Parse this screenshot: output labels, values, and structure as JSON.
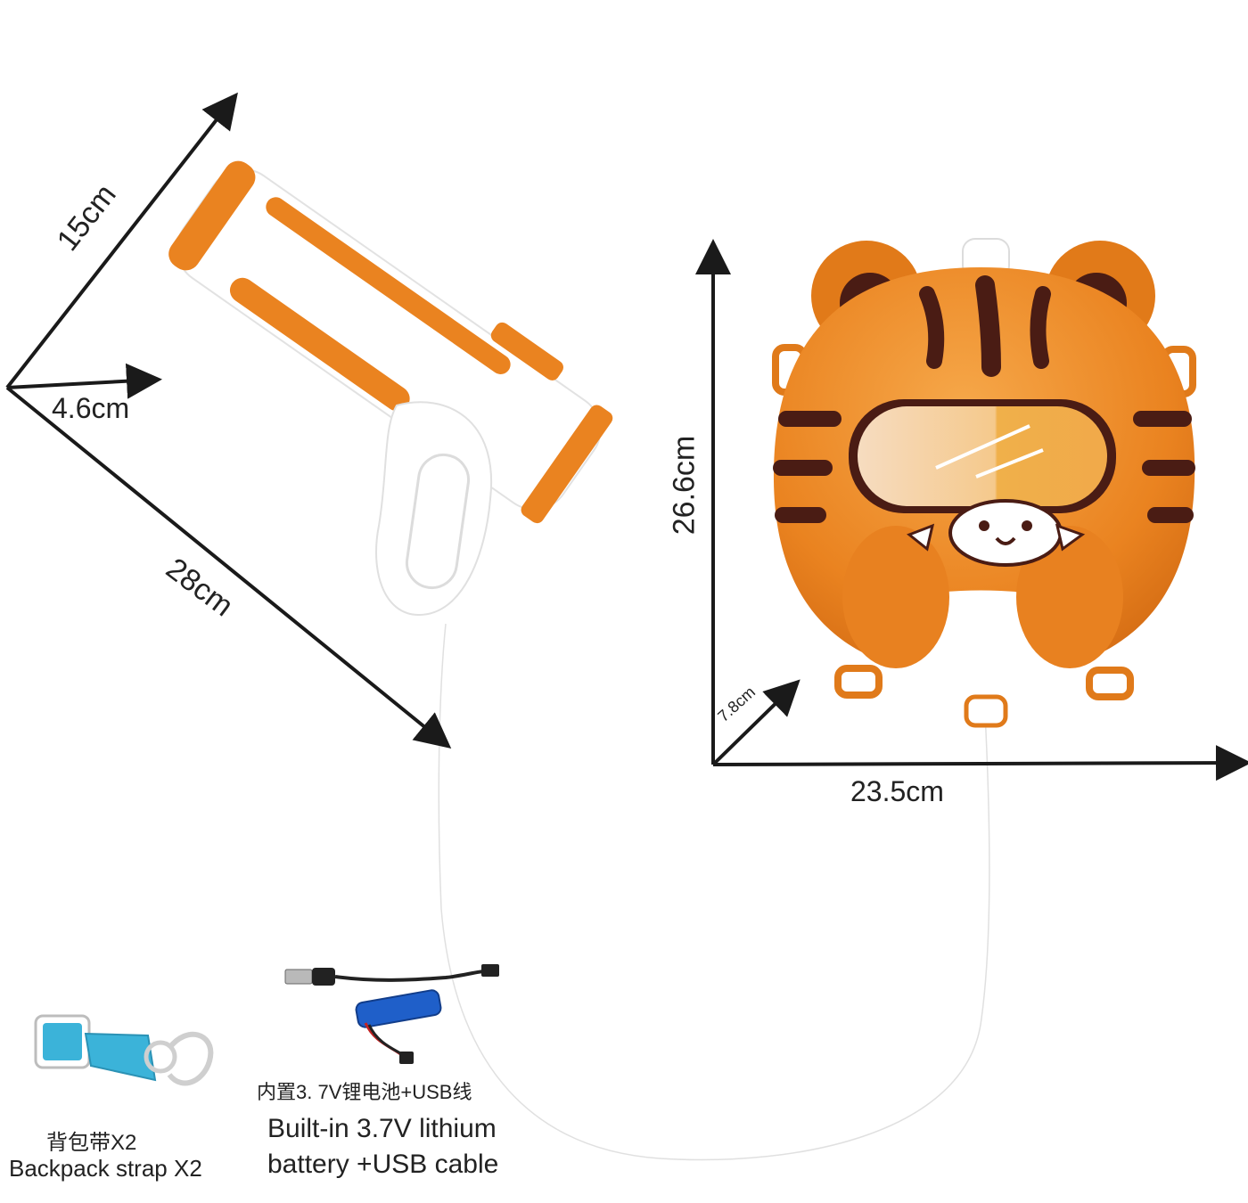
{
  "dimensions": {
    "gun_height": "15cm",
    "gun_width": "4.6cm",
    "gun_length": "28cm",
    "tank_height": "26.6cm",
    "tank_depth": "7.8cm",
    "tank_width": "23.5cm"
  },
  "accessories": {
    "strap_cn": "背包带X2",
    "strap_en": "Backpack strap X2",
    "battery_cn": "内置3. 7V锂电池+USB线",
    "battery_en_line1": "Built-in 3.7V lithium",
    "battery_en_line2": "battery +USB cable"
  },
  "colors": {
    "orange": "#ee8a1e",
    "dark_orange": "#d9701a",
    "stripe": "#4a1c14",
    "white": "#ffffff",
    "strap": "#3bb3d9",
    "battery": "#1f5fc9",
    "line": "#1a1a1a"
  }
}
